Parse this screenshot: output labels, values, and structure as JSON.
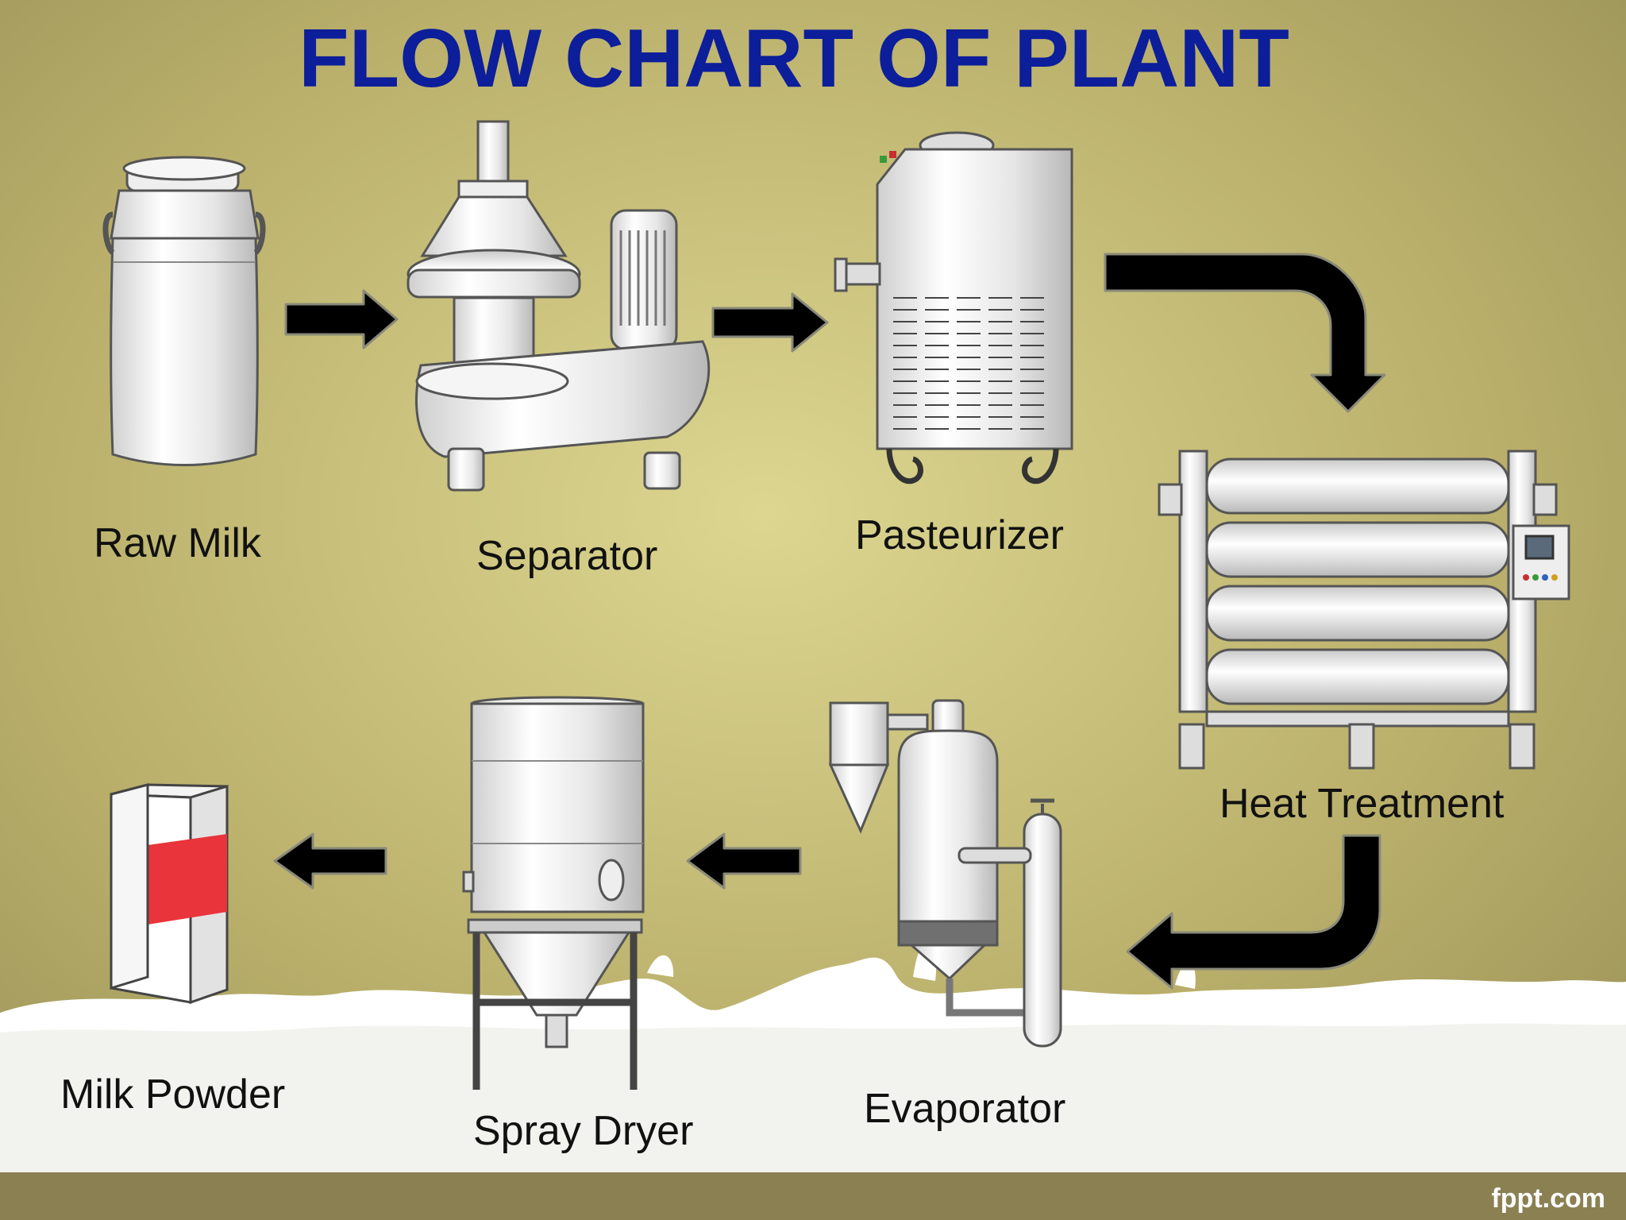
{
  "slide": {
    "title": "FLOW CHART OF PLANT",
    "footer_brand": "fppt.com",
    "colors": {
      "title": "#0c1e9a",
      "background": "#d3cc84",
      "arrow": "#000000",
      "footer": "#8a8052",
      "accent_stripe": "#e8343a"
    }
  },
  "steps": [
    {
      "label": "Raw Milk",
      "icon": "milk-can-icon"
    },
    {
      "label": "Separator",
      "icon": "separator-icon"
    },
    {
      "label": "Pasteurizer",
      "icon": "pasteurizer-icon"
    },
    {
      "label": "Heat Treatment",
      "icon": "heat-treatment-icon"
    },
    {
      "label": "Evaporator",
      "icon": "evaporator-icon"
    },
    {
      "label": "Spray Dryer",
      "icon": "spray-dryer-icon"
    },
    {
      "label": "Milk Powder",
      "icon": "milk-powder-box-icon"
    }
  ],
  "flow": [
    {
      "from": "Raw Milk",
      "to": "Separator"
    },
    {
      "from": "Separator",
      "to": "Pasteurizer"
    },
    {
      "from": "Pasteurizer",
      "to": "Heat Treatment"
    },
    {
      "from": "Heat Treatment",
      "to": "Evaporator"
    },
    {
      "from": "Evaporator",
      "to": "Spray Dryer"
    },
    {
      "from": "Spray Dryer",
      "to": "Milk Powder"
    }
  ]
}
